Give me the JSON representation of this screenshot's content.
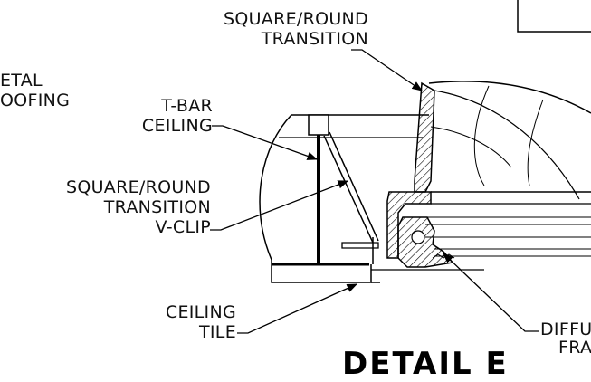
{
  "labels": {
    "square_round_transition": [
      "SQUARE/ROUND",
      "TRANSITION"
    ],
    "metal_roofing": [
      "ETAL",
      "OOFING"
    ],
    "t_bar_ceiling": [
      "T-BAR",
      "CEILING"
    ],
    "transition_v_clip": [
      "SQUARE/ROUND",
      "TRANSITION",
      "V-CLIP"
    ],
    "ceiling_tile": [
      "CEILING",
      "TILE"
    ],
    "diffuser_frame": [
      "DIFFU",
      "FRA"
    ]
  },
  "detail_title": "DETAIL E"
}
